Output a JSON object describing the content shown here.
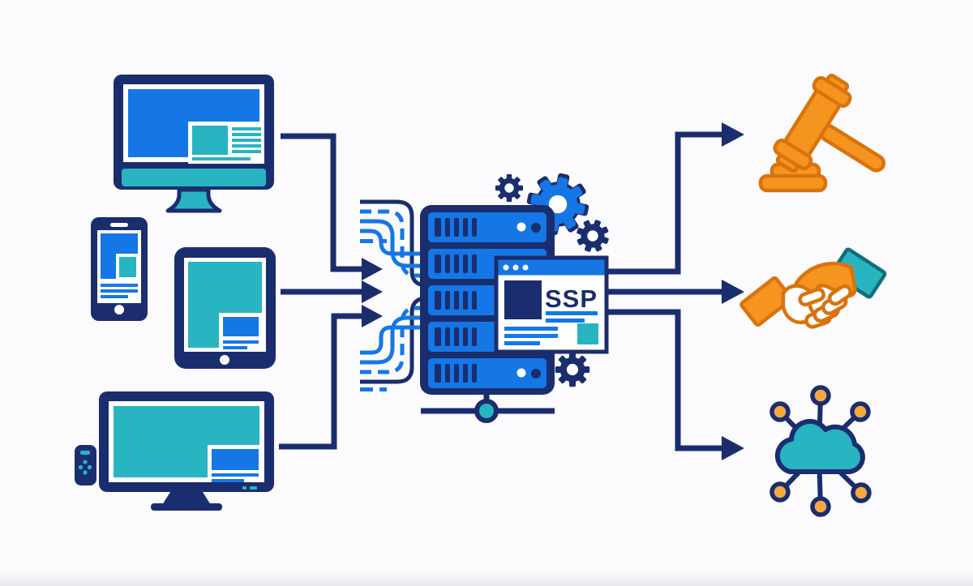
{
  "scene": {
    "window_label": "SSP",
    "background": "#fbfafd"
  },
  "colors": {
    "navy": "#1a2d6e",
    "blue": "#1577e6",
    "teal": "#28b4c0",
    "teal_dark": "#0f6e7c",
    "orange": "#f5951f",
    "orange_dark": "#d9730d",
    "amber": "#f6a83e",
    "background": "#fbfafd"
  },
  "sources": [
    {
      "icon": "desktop-monitor-icon"
    },
    {
      "icon": "smartphone-icon"
    },
    {
      "icon": "tablet-icon"
    },
    {
      "icon": "smart-tv-icon"
    }
  ],
  "platform": {
    "icon": "server-stack-icon",
    "window_label": "SSP",
    "decorations": [
      "gear-icon",
      "circuit-trace-lines",
      "network-node"
    ]
  },
  "outputs": [
    {
      "icon": "auction-gavel-icon"
    },
    {
      "icon": "handshake-icon"
    },
    {
      "icon": "network-cloud-icon"
    }
  ]
}
